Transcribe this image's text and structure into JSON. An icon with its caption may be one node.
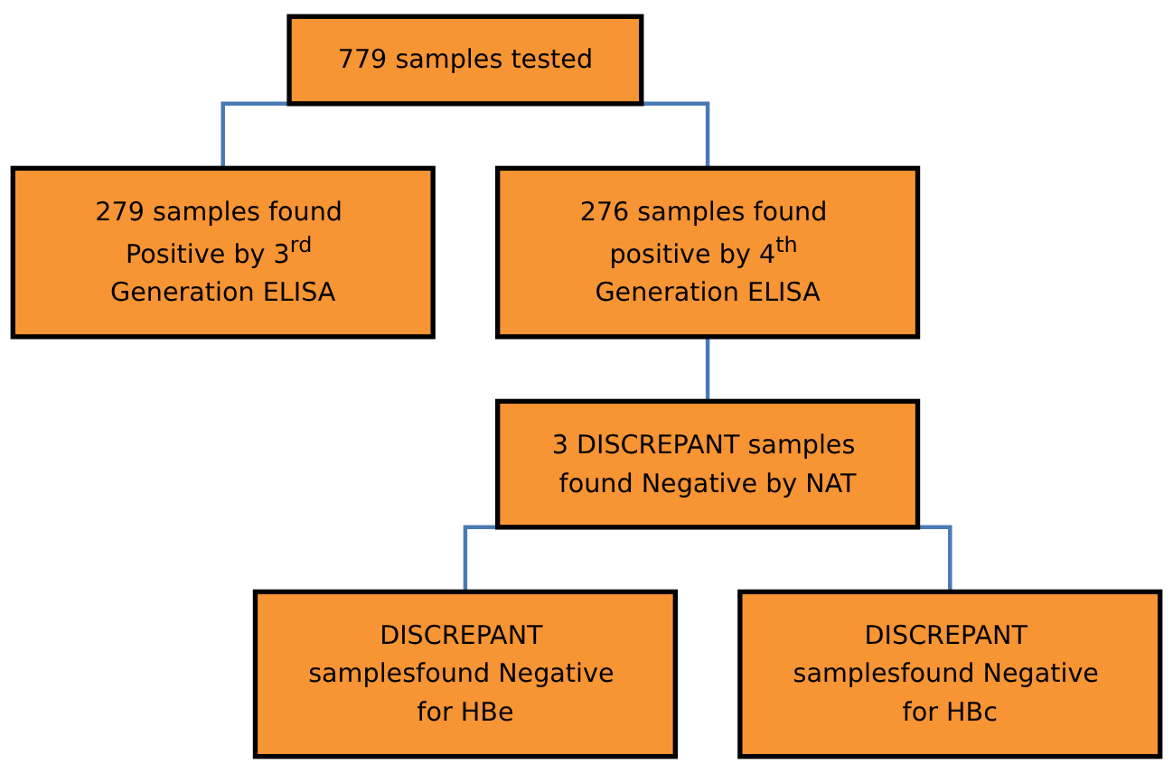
{
  "diagram": {
    "nodes": [
      {
        "text": [
          "779 samples tested"
        ]
      },
      {
        "text": [
          "279 samples found Positive by 3$^{rd}$ Generation ELISA"
        ]
      },
      {
        "text": [
          "276 samples found positive by 4$^{th}$ Generation ELISA"
        ]
      },
      {
        "text": [
          "3 DISCREPANT samples found Negative by NAT"
        ]
      },
      {
        "text": [
          "DISCREPANT samplesfound Negative for HBe"
        ]
      },
      {
        "text": [
          "DISCREPANT samplesfound Negative for HBc"
        ]
      }
    ],
    "edges": [
      {
        "from": 0,
        "to": 1,
        "arrow": "none"
      },
      {
        "from": 0,
        "to": 2,
        "arrow": "none"
      },
      {
        "from": 2,
        "to": 3,
        "arrow": "none"
      },
      {
        "from": 3,
        "to": 4,
        "arrow": "none"
      },
      {
        "from": 3,
        "to": 5,
        "arrow": "none"
      }
    ]
  }
}
